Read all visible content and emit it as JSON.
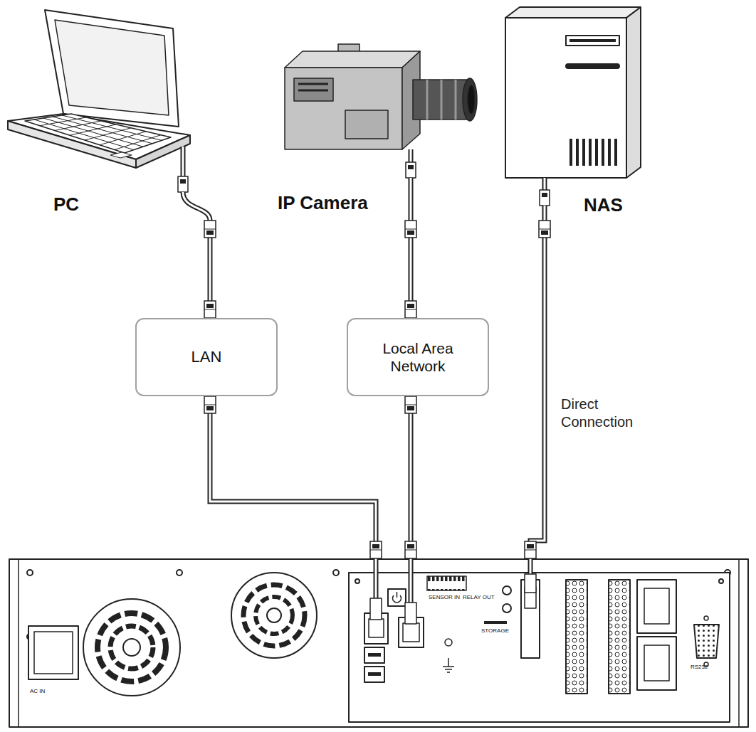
{
  "diagram": {
    "nodes": [
      {
        "text": [
          "PC"
        ]
      },
      {
        "text": [
          "IP Camera"
        ]
      },
      {
        "text": [
          "NAS"
        ]
      },
      {
        "text": [
          "LAN"
        ]
      },
      {
        "text": [
          "Local Area Network"
        ]
      },
      {
        "text": [
          "AC IN",
          "SENSOR IN",
          "RELAY OUT",
          "STORAGE",
          "RS232"
        ]
      }
    ],
    "edges": [
      {
        "from": 0,
        "to": 3,
        "arrow": "none"
      },
      {
        "from": 1,
        "to": 4,
        "arrow": "none"
      },
      {
        "from": 3,
        "to": 5,
        "arrow": "none"
      },
      {
        "from": 4,
        "to": 5,
        "arrow": "none"
      },
      {
        "from": 2,
        "to": 5,
        "label": "Direct Connection",
        "arrow": "none"
      }
    ]
  }
}
